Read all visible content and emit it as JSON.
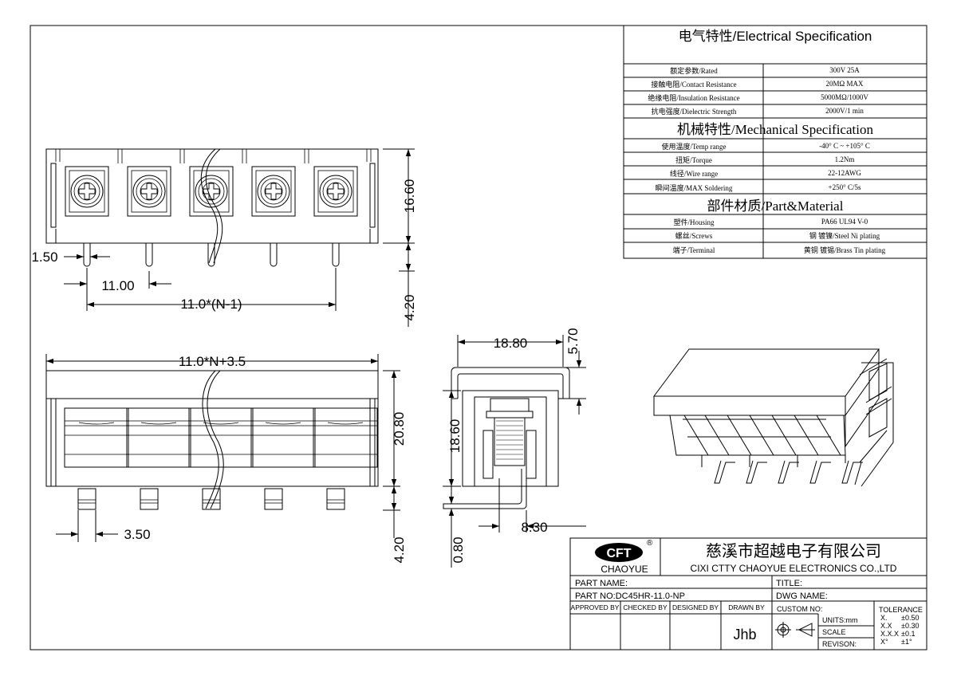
{
  "spec": {
    "electrical_title": "电气特性/Electrical Specification",
    "electrical_rows": [
      {
        "label": "额定参数/Rated",
        "value": "300V  25A"
      },
      {
        "label": "接触电阻/Contact Resistance",
        "value": "20MΩ MAX"
      },
      {
        "label": "绝缘电阻/Insulation Resistance",
        "value": "5000MΩ/1000V"
      },
      {
        "label": "抗电强度/Dielectric Strength",
        "value": "2000V/1 min"
      }
    ],
    "mechanical_title": "机械特性/Mechanical Specification",
    "mechanical_rows": [
      {
        "label": "使用温度/Temp range",
        "value": "-40° C ~ +105° C"
      },
      {
        "label": "扭矩/Torque",
        "value": "1.2Nm"
      },
      {
        "label": "线径/Wire range",
        "value": "22-12AWG"
      },
      {
        "label": "瞬间温度/MAX Soldering",
        "value": "+250° C/5s"
      }
    ],
    "material_title": "部件材质/Part&Material",
    "material_rows": [
      {
        "label": "塑件/Housing",
        "value": "PA66 UL94 V-0"
      },
      {
        "label": "螺丝/Screws",
        "value": "钢 镀镍/Steel Ni plating"
      },
      {
        "label": "端子/Terminal",
        "value": "黄铜 镀锡/Brass Tin  plating"
      }
    ]
  },
  "dimensions": {
    "top_height": "16.60",
    "pin_width": "1.50",
    "pitch": "11.00",
    "span": "11.0*(N-1)",
    "pin_length_top": "4.20",
    "overall_length": "11.0*N+3.5",
    "front_height": "20.80",
    "front_pin_offset": "3.50",
    "front_pin_length": "4.20",
    "side_width": "18.80",
    "cover_height": "5.70",
    "side_height": "18.60",
    "pin_offset": "8.30",
    "pin_thickness": "0.80"
  },
  "title_block": {
    "company_cn": "慈溪市超越电子有限公司",
    "company_en": "CIXI CTTY CHAOYUE ELECTRONICS CO.,LTD",
    "logo_text": "CHAOYUE",
    "logo_glyph": "CFT",
    "registered": "®",
    "part_name_label": "PART NAME:",
    "title_label": "TITLE:",
    "part_no": "PART NO:DC45HR-11.0-NP",
    "dwg_name_label": "DWG NAME:",
    "approved_by": "APPROVED BY",
    "checked_by": "CHECKED BY",
    "designed_by": "DESIGNED BY",
    "drawn_by": "DRAWN BY",
    "drawn_by_value": "Jhb",
    "custom_no": "CUSTOM NO:",
    "units": "UNITS:mm",
    "scale": "SCALE",
    "revision": "REVISON:",
    "tolerance_title": "TOLERANCE",
    "tolerances": [
      {
        "label": "X.",
        "value": "±0.50"
      },
      {
        "label": "X.X",
        "value": "±0.30"
      },
      {
        "label": "X.X.X",
        "value": "±0.1"
      },
      {
        "label": "X°",
        "value": "±1°"
      }
    ]
  }
}
